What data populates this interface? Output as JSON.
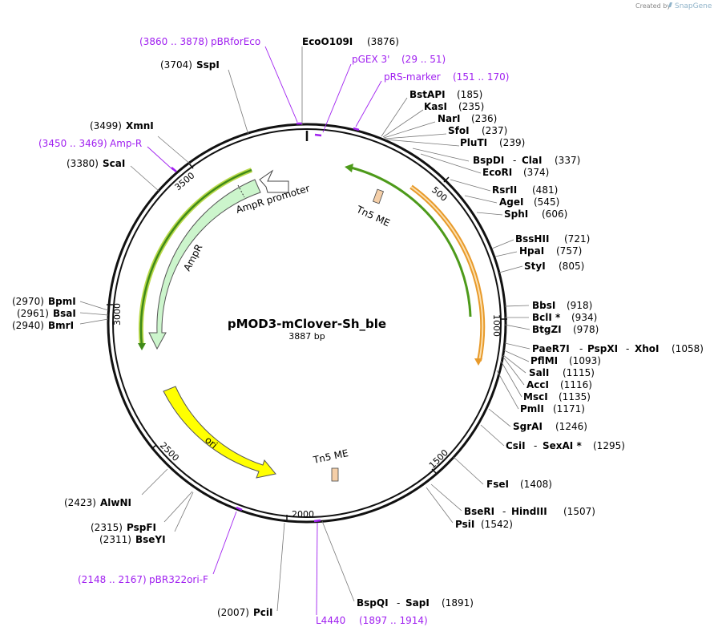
{
  "credit": {
    "prefix": "Created by",
    "brand": "SnapGene"
  },
  "plasmid": {
    "name": "pMOD3-mClover-Sh_ble",
    "size": "3887 bp"
  },
  "ticks": [
    "500",
    "1000",
    "1500",
    "2000",
    "2500",
    "3000",
    "3500"
  ],
  "features": {
    "ampr_promoter": "AmpR promoter",
    "ampr": "AmpR",
    "ori": "ori",
    "tn5_top": "Tn5 ME",
    "tn5_bottom": "Tn5 ME"
  },
  "sites": [
    {
      "name": "EcoO109I",
      "pos": "(3876)"
    },
    {
      "name": "SspI",
      "pos": "(3704)"
    },
    {
      "name": "XmnI",
      "pos": "(3499)"
    },
    {
      "name": "ScaI",
      "pos": "(3380)"
    },
    {
      "name": "BstAPI",
      "pos": "(185)"
    },
    {
      "name": "KasI",
      "pos": "(235)"
    },
    {
      "name": "NarI",
      "pos": "(236)"
    },
    {
      "name": "SfoI",
      "pos": "(237)"
    },
    {
      "name": "PluTI",
      "pos": "(239)"
    },
    {
      "name": "BspDI",
      "name2": "ClaI",
      "pos": "(337)"
    },
    {
      "name": "EcoRI",
      "pos": "(374)"
    },
    {
      "name": "RsrII",
      "pos": "(481)"
    },
    {
      "name": "AgeI",
      "pos": "(545)"
    },
    {
      "name": "SphI",
      "pos": "(606)"
    },
    {
      "name": "BssHII",
      "pos": "(721)"
    },
    {
      "name": "HpaI",
      "pos": "(757)"
    },
    {
      "name": "StyI",
      "pos": "(805)"
    },
    {
      "name": "BbsI",
      "pos": "(918)"
    },
    {
      "name": "BclI *",
      "pos": "(934)"
    },
    {
      "name": "BtgZI",
      "pos": "(978)"
    },
    {
      "name": "PaeR7I",
      "name2": "PspXI",
      "name3": "XhoI",
      "pos": "(1058)"
    },
    {
      "name": "PflMI",
      "pos": "(1093)"
    },
    {
      "name": "SalI",
      "pos": "(1115)"
    },
    {
      "name": "AccI",
      "pos": "(1116)"
    },
    {
      "name": "MscI",
      "pos": "(1135)"
    },
    {
      "name": "PmlI",
      "pos": "(1171)"
    },
    {
      "name": "SgrAI",
      "pos": "(1246)"
    },
    {
      "name": "CsiI",
      "name2": "SexAI *",
      "pos": "(1295)"
    },
    {
      "name": "FseI",
      "pos": "(1408)"
    },
    {
      "name": "BseRI",
      "name2": "HindIII",
      "pos": "(1507)"
    },
    {
      "name": "PsiI",
      "pos": "(1542)"
    },
    {
      "name": "BspQI",
      "name2": "SapI",
      "pos": "(1891)"
    },
    {
      "name": "PciI",
      "pos": "(2007)"
    },
    {
      "name": "BseYI",
      "pos": "(2311)"
    },
    {
      "name": "PspFI",
      "pos": "(2315)"
    },
    {
      "name": "AlwNI",
      "pos": "(2423)"
    },
    {
      "name": "BmrI",
      "pos": "(2940)"
    },
    {
      "name": "BsaI",
      "pos": "(2961)"
    },
    {
      "name": "BpmI",
      "pos": "(2970)"
    }
  ],
  "primers": [
    {
      "name": "pBRforEco",
      "pos": "(3860 .. 3878)"
    },
    {
      "name": "pGEX 3'",
      "pos": "(29 .. 51)"
    },
    {
      "name": "pRS-marker",
      "pos": "(151 .. 170)"
    },
    {
      "name": "Amp-R",
      "pos": "(3450 .. 3469)"
    },
    {
      "name": "pBR322ori-F",
      "pos": "(2148 .. 2167)"
    },
    {
      "name": "L4440",
      "pos": "(1897 .. 1914)"
    }
  ],
  "colors": {
    "backbone": "#111111",
    "primer": "#a020f0",
    "ampr_fill": "#ccf5cc",
    "ori_fill": "#ffff00",
    "orange_arc": "#e89a2a",
    "green_arc": "#4d9a1a",
    "tn5_fill": "#f5cfa8"
  }
}
